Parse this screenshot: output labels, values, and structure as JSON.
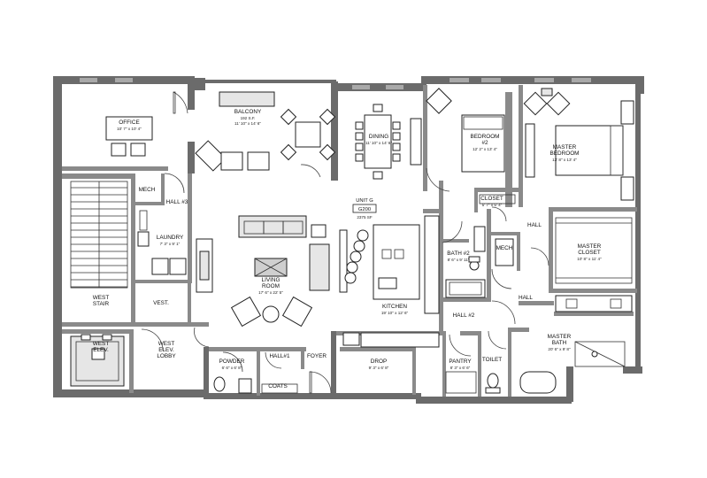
{
  "plan": {
    "unit": {
      "name": "UNIT G",
      "code": "G200",
      "area": "2375 SF"
    },
    "rooms": [
      {
        "id": "office",
        "name": "OFFICE",
        "dim": "10' 7\" x 10' 4\""
      },
      {
        "id": "balcony",
        "name": "BALCONY",
        "dim": "11' 10\" x 14' 6\"",
        "area": "192 S.F."
      },
      {
        "id": "dining",
        "name": "DINING",
        "dim": "11' 10\" x 14' 6\""
      },
      {
        "id": "bedroom2",
        "name": "BEDROOM #2",
        "dim": "12' 2\" x 13' 4\""
      },
      {
        "id": "master_bedroom",
        "name": "MASTER BEDROOM",
        "dim": "13' 8\" x 13' 4\""
      },
      {
        "id": "mech1",
        "name": "MECH"
      },
      {
        "id": "hall3",
        "name": "HALL #3"
      },
      {
        "id": "laundry",
        "name": "LAUNDRY",
        "dim": "7' 3\" x 9' 1\""
      },
      {
        "id": "living",
        "name": "LIVING ROOM",
        "dim": "17' 6\" x 22' 5\""
      },
      {
        "id": "closet",
        "name": "CLOSET",
        "dim": "5' 7\" x 5' 4\""
      },
      {
        "id": "hall_a",
        "name": "HALL"
      },
      {
        "id": "master_closet",
        "name": "MASTER CLOSET",
        "dim": "10' 8\" x 11' 4\""
      },
      {
        "id": "bath2",
        "name": "BATH #2",
        "dim": "8' 6\" x 9' 11\""
      },
      {
        "id": "mech2",
        "name": "MECH"
      },
      {
        "id": "hall_b",
        "name": "HALL"
      },
      {
        "id": "west_stair",
        "name": "WEST STAIR"
      },
      {
        "id": "vest",
        "name": "VEST."
      },
      {
        "id": "kitchen",
        "name": "KITCHEN",
        "dim": "19' 10\" x 12' 6\""
      },
      {
        "id": "hall2",
        "name": "HALL #2"
      },
      {
        "id": "master_bath",
        "name": "MASTER BATH",
        "dim": "20' 6\" x 9' 8\""
      },
      {
        "id": "west_elev",
        "name": "WEST ELEV."
      },
      {
        "id": "west_elev_lobby",
        "name": "WEST ELEV. LOBBY"
      },
      {
        "id": "powder",
        "name": "POWDER",
        "dim": "6' 6\" x 6' 8\""
      },
      {
        "id": "hall1",
        "name": "HALL#1"
      },
      {
        "id": "foyer",
        "name": "FOYER"
      },
      {
        "id": "drop",
        "name": "DROP",
        "dim": "9' 3\" x 6' 8\""
      },
      {
        "id": "pantry",
        "name": "PANTRY",
        "dim": "8' 3\" x 6' 6\""
      },
      {
        "id": "toilet",
        "name": "TOILET"
      },
      {
        "id": "coats",
        "name": "COATS"
      }
    ]
  }
}
